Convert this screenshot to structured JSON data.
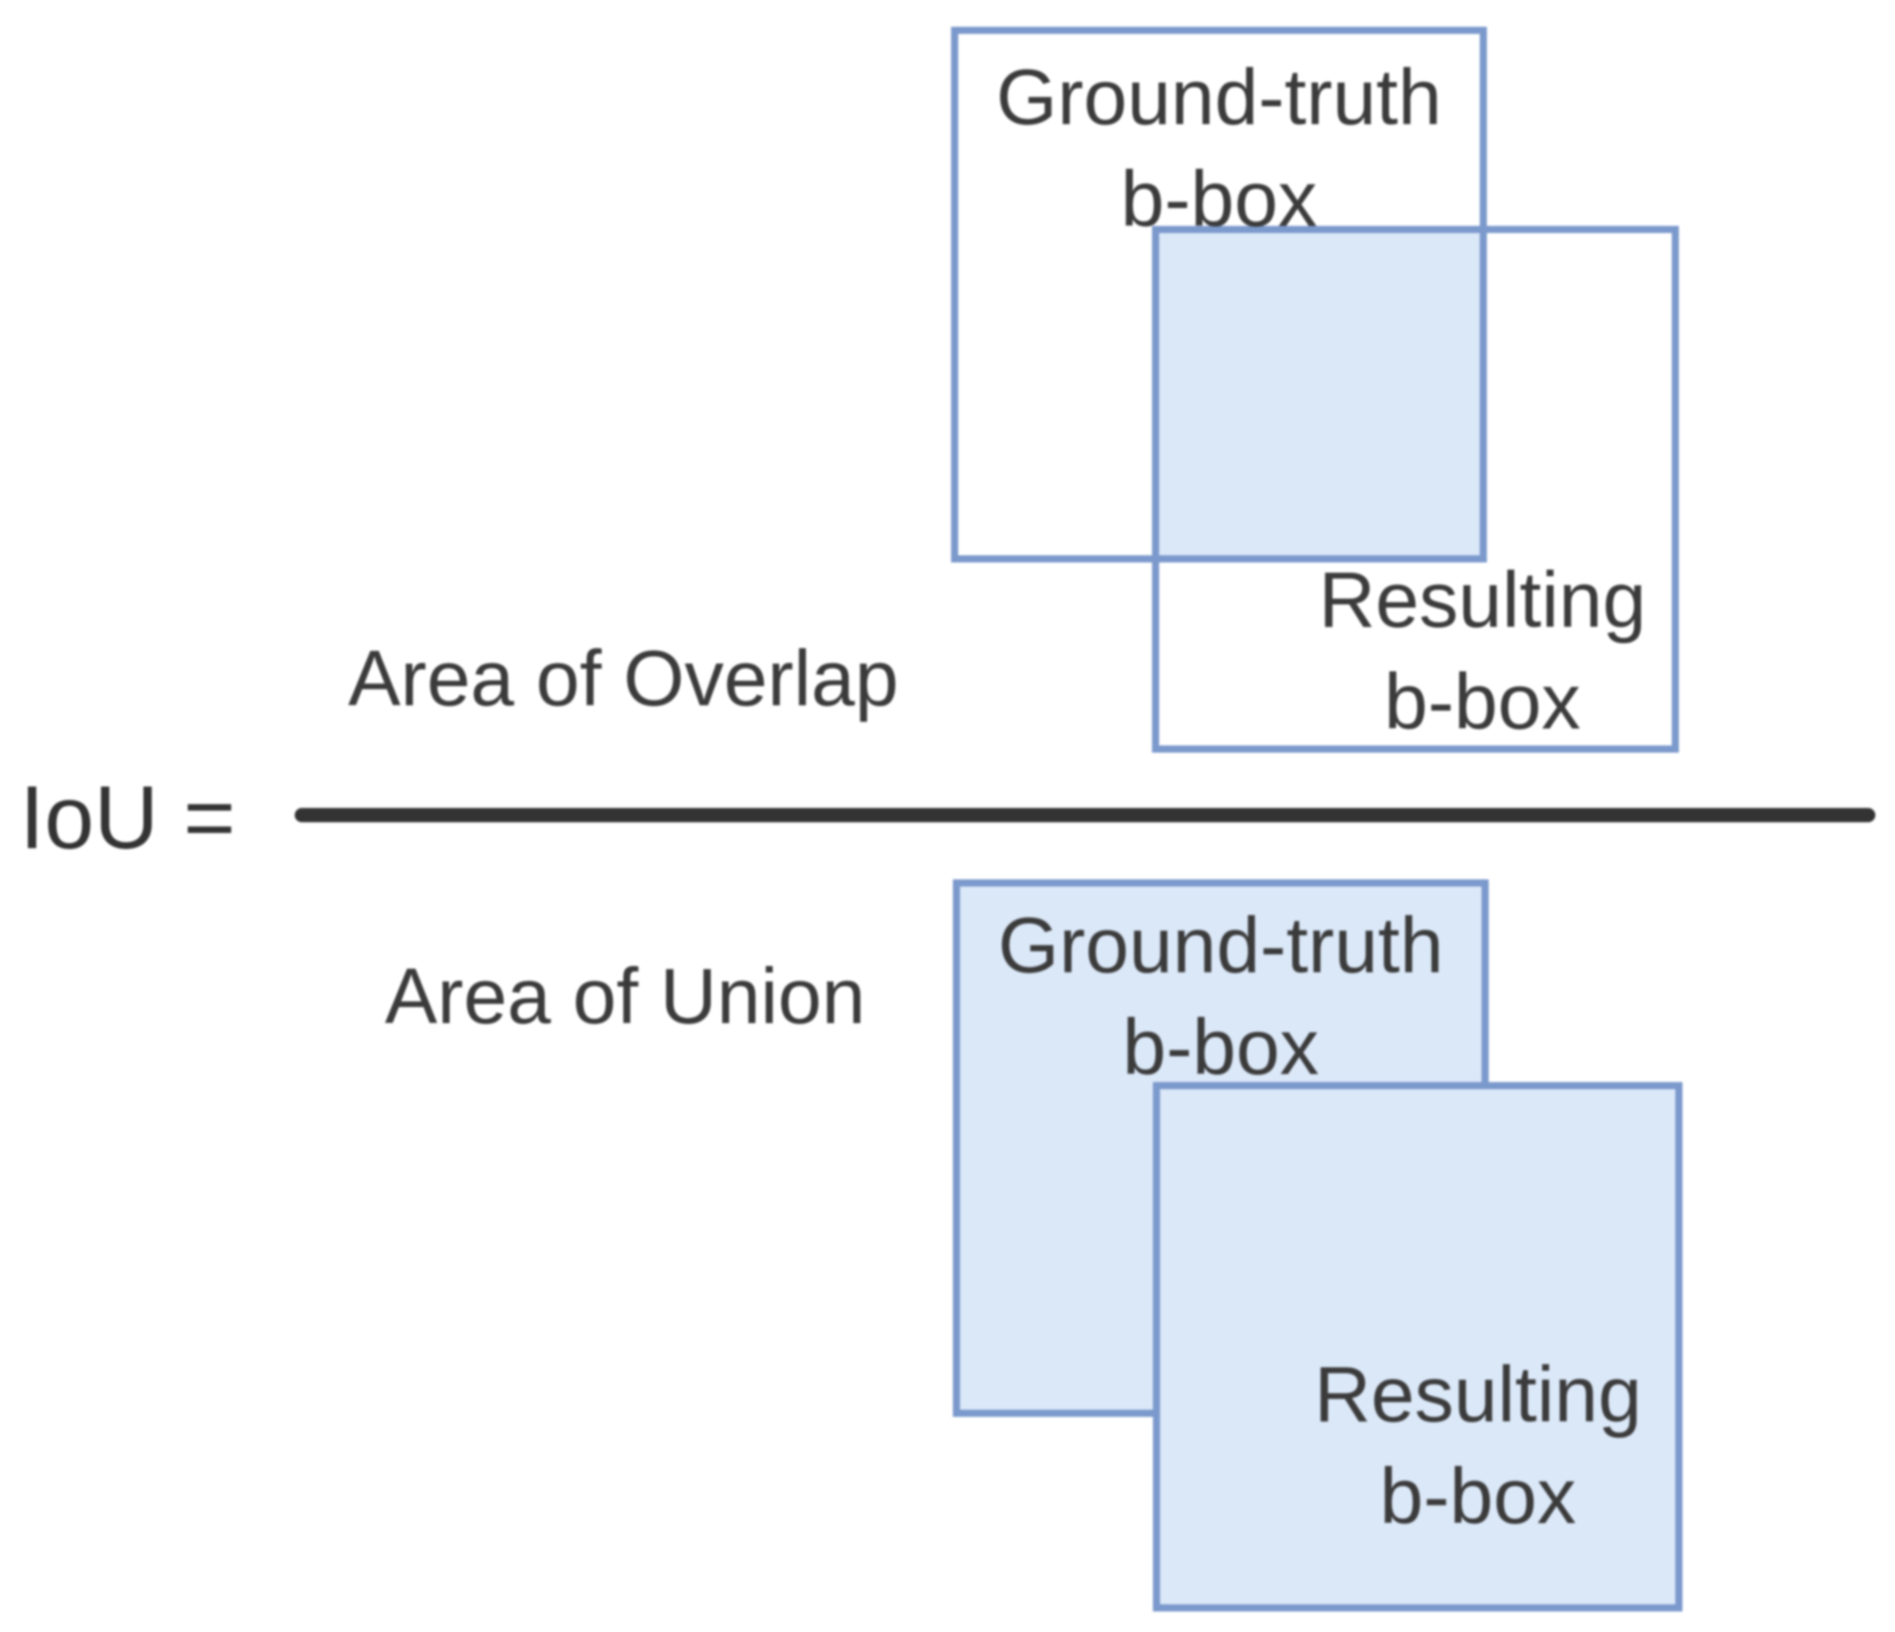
{
  "equation": {
    "lhs": "IoU =",
    "numerator": "Area of Overlap",
    "denominator": "Area of Union"
  },
  "overlap_diagram": {
    "ground_truth_label": "Ground-truth\nb-box",
    "resulting_label": "Resulting\nb-box"
  },
  "union_diagram": {
    "ground_truth_label": "Ground-truth\nb-box",
    "resulting_label": "Resulting\nb-box"
  },
  "colors": {
    "background": "#ffffff",
    "box_border": "#7b99cc",
    "box_fill": "#dbe8f8",
    "text": "#3b3b3b",
    "fraction_line": "#333333"
  }
}
